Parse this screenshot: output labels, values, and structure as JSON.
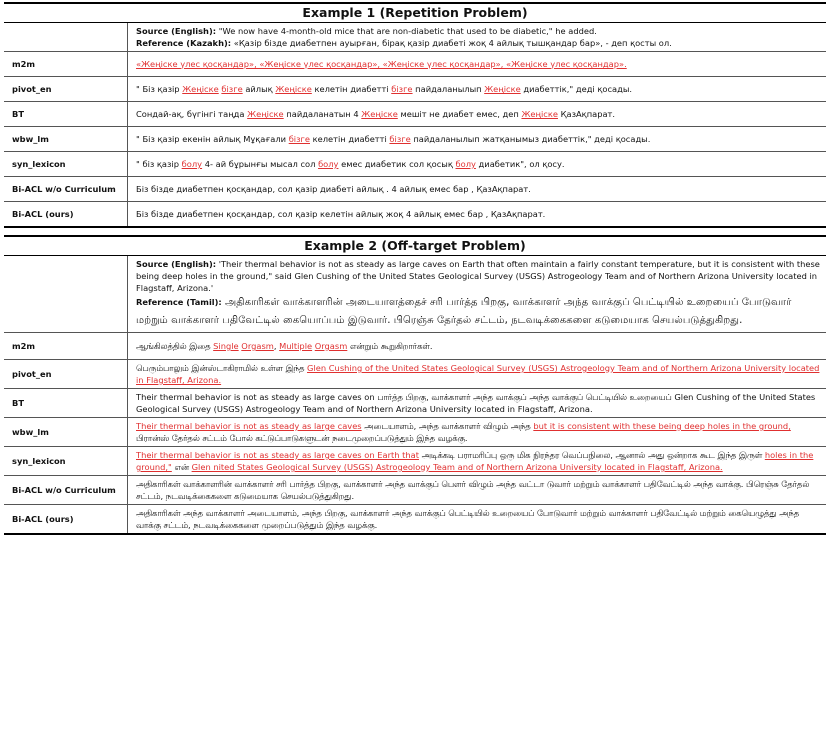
{
  "ex1": {
    "title": "Example 1 (Repetition Problem)",
    "source_label": "Source (English):",
    "source_text": " \"We now have 4-month-old mice that are non-diabetic that used to be diabetic,\" he added.",
    "ref_label": "Reference (Kazakh):",
    "ref_text": " «Қазір бізде диабетпен ауырған, бірақ қазір диабеті жоқ 4 айлық тышқандар бар», - деп қосты ол.",
    "rows": {
      "m2m": {
        "label": "m2m",
        "seg": [
          "«Жеңіске үлес қосқандар», «Жеңіске үлес қосқандар», «Жеңіске үлес қосқандар», «Жеңіске үлес қосқандар»."
        ]
      },
      "pivot_en": {
        "label": "pivot_en",
        "seg": [
          "\" Біз қазір ",
          "Жеңіске",
          " ",
          "бізге",
          " айлық ",
          "Жеңіске",
          " келетін диабетті ",
          "бізге",
          " пайдаланылып ",
          "Жеңіске",
          " диабеттік,\" деді қосады."
        ]
      },
      "bt": {
        "label": "BT",
        "seg": [
          "Сондай-ақ, бүгінгі таңда ",
          "Жеңіске",
          " пайдаланатын 4 ",
          "Жеңіске",
          " мешіт не диабет емес, деп ",
          "Жеңіске",
          " ҚазАқпарат."
        ]
      },
      "wbw": {
        "label": "wbw_lm",
        "seg": [
          "\" Біз қазір екенін айлық Мұқағали ",
          "бізге",
          " келетін диабетті ",
          "бізге",
          " пайдаланылып жатқанымыз диабеттік,\" деді қосады."
        ]
      },
      "syn": {
        "label": "syn_lexicon",
        "seg": [
          "\" біз қазір ",
          "болу",
          " 4- ай бұрынғы мысал сол ",
          "болу",
          " емес диабетик сол қосық ",
          "болу",
          " диабетик\", ол қосу."
        ]
      },
      "acl_wo": {
        "label": "Bi-ACL w/o Curriculum",
        "text": "Біз бізде диабетпен қосқандар, сол қазір диабеті айлық . 4 айлық емес бар , ҚазАқпарат."
      },
      "acl": {
        "label": "Bi-ACL (ours)",
        "text": "Біз бізде диабетпен қосқандар, сол қазір келетін айлық жоқ 4 айлық емес бар , ҚазАқпарат."
      }
    }
  },
  "ex2": {
    "title": "Example 2 (Off-target Problem)",
    "source_label": "Source (English):",
    "source_text": " 'Their thermal behavior is not as steady as large caves on Earth that often maintain a fairly constant temperature, but it is consistent with these being deep holes in the ground,\" said Glen Cushing of the United States Geological Survey (USGS) Astrogeology Team and of Northern Arizona University located in Flagstaff, Arizona.'",
    "ref_label": "Reference (Tamil):",
    "ref_text": " அதிகாரிகள் வாக்காளரின் அடையாளத்தைச் சரி பார்த்த பிறகு, வாக்காளர் அந்த வாக்குப் பெட்டியில் உறையைப் போடுவார் மற்றும் வாக்காளர் பதிவேட்டில் கையொப்பம் இடுவார். பிரெஞ்சு தேர்தல் சட்டம், நடவடிக்கைகளை கடுமையாக செயல்படுத்துகிறது.",
    "rows": {
      "m2m": {
        "label": "m2m",
        "seg": [
          "ஆங்கிலத்தில் இதை ",
          "Single",
          " ",
          "Orgasm",
          ", ",
          "Multiple",
          " ",
          "Orgasm",
          " என்றும் கூறுகிறார்கள்."
        ]
      },
      "pivot_en": {
        "label": "pivot_en",
        "seg": [
          "பெரும்பாலும் இன்ஸ்டாகிராமில் உள்ள இந்த ",
          "Glen Cushing of the United States Geological Survey (USGS) Astrogeology Team and of Northern Arizona University located in Flagstaff, Arizona."
        ]
      },
      "bt": {
        "label": "BT",
        "seg": [
          "Their thermal behavior is not as steady as large caves on ",
          "பார்த்த பிறகு, வாக்காளர் அந்த வாக்குப் அந்த வாக்குப் பெட்டியில் உறையைப்",
          " Glen Cushing of the United States Geological Survey (USGS) Astrogeology Team and of Northern Arizona University located in Flagstaff, Arizona."
        ]
      },
      "wbw": {
        "label": "wbw_lm",
        "seg": [
          "Their thermal behavior is not as steady as large caves",
          " அடையாளம், அந்த வாக்காளர் விழும் அந்த ",
          "but it is consistent with these being deep holes in the ground,",
          " பிரான்ஸ் தேர்தல் சட்டம் போல் கட்டுப்பாடுகளுடன் நடைமுறைப்படுத்தும் இந்த வழக்கு."
        ]
      },
      "syn": {
        "label": "syn_lexicon",
        "seg": [
          "Their thermal behavior is not as steady as large caves on Earth that",
          " அடிக்கடி பராமரிப்பு ஒரு மிக நிரந்தர வெப்பநிலை, ஆனால் அது ஒன்றாக கூட இந்த இருள் ",
          "holes in the ground,\"",
          " என் ",
          "Glen nited States Geological Survey (USGS) Astrogeology Team and of Northern Arizona University located in Flagstaff, Arizona."
        ]
      },
      "acl_wo": {
        "label": "Bi-ACL w/o Curriculum",
        "text": "அதிகாரிகள் வாக்காளரின் வாக்காளர் சரி பார்த்த பிறகு, வாக்காளர் அந்த வாக்குப் பௌர் விழும் அந்த வட்டா டுவார் மற்றும் வாக்காளர் பதிவேட்டில் அந்த வாக்கு. பிரெஞ்சு தேர்தல் சட்டம், நடவடிக்கைகளை கடுமையாக செயல்படுத்துகிறது."
      },
      "acl": {
        "label": "Bi-ACL (ours)",
        "text": "அதிகாரிகள் அந்த வாக்காளர் அடையாளம், அந்த பிறகு, வாக்காளர் அந்த வாக்குப் பெட்டியில் உறையைப் போடுவார் மற்றும் வாக்காளர் பதிவேட்டில் மற்றும் கையெழுத்து அந்த வாக்கு சட்டம், நடவடிக்கைகளை முறைப்படுத்தும் இந்த வழக்கு."
      }
    }
  }
}
